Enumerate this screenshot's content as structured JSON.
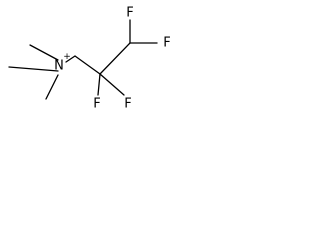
{
  "molecule": {
    "atoms": [
      {
        "id": "n1",
        "label": "N"
      },
      {
        "id": "f1",
        "label": "F"
      },
      {
        "id": "f2",
        "label": "F"
      },
      {
        "id": "f3",
        "label": "F"
      },
      {
        "id": "f4",
        "label": "F"
      }
    ],
    "charges": [
      {
        "atom": "n1",
        "label": "+"
      }
    ],
    "colors": {
      "bond": "#000000",
      "atom_label": "#000000",
      "background": "#ffffff"
    }
  }
}
